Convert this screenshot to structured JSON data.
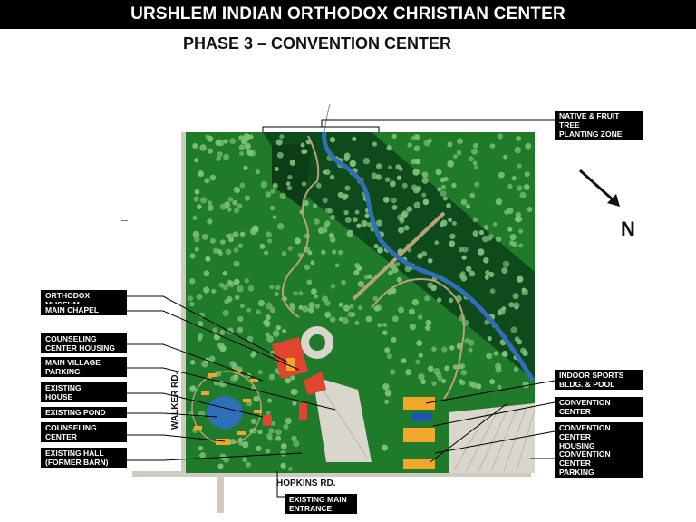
{
  "header": {
    "title": "URSHLEM INDIAN ORTHODOX CHRISTIAN CENTER",
    "subtitle": "PHASE 3 – CONVENTION CENTER"
  },
  "compass": {
    "label": "N"
  },
  "roads": {
    "walker": "WALKER RD.",
    "hopkins": "HOPKINS RD."
  },
  "labels": {
    "native_trees": "NATIVE & FRUIT TREE\nPLANTING ZONE",
    "museum": "ORTHODOX MUSEUM",
    "chapel": "MAIN CHAPEL",
    "counseling_housing": "COUNSELING\nCENTER HOUSING",
    "village_parking": "MAIN VILLAGE\nPARKING",
    "existing_house": "EXISTING\nHOUSE",
    "existing_pond": "EXISTING POND",
    "counseling_center": "COUNSELING\nCENTER",
    "existing_hall": "EXISTING HALL\n(FORMER BARN)",
    "main_entrance": "EXISTING MAIN\nENTRANCE",
    "indoor_sports": "INDOOR SPORTS\nBLDG. & POOL",
    "convention_center": "CONVENTION CENTER",
    "convention_housing": "CONVENTION CENTER\nHOUSING",
    "convention_parking": "CONVENTION CENTER\nPARKING"
  },
  "colors": {
    "grass": "#1f7a2a",
    "forest": "#0f4a1c",
    "tree": "#7fc07a",
    "river": "#2f6fb7",
    "path": "#b8a27a",
    "parking": "#d9d6cc",
    "building_orange": "#f2a62b",
    "building_red": "#e0452f",
    "pool_blue": "#1f55b0"
  }
}
